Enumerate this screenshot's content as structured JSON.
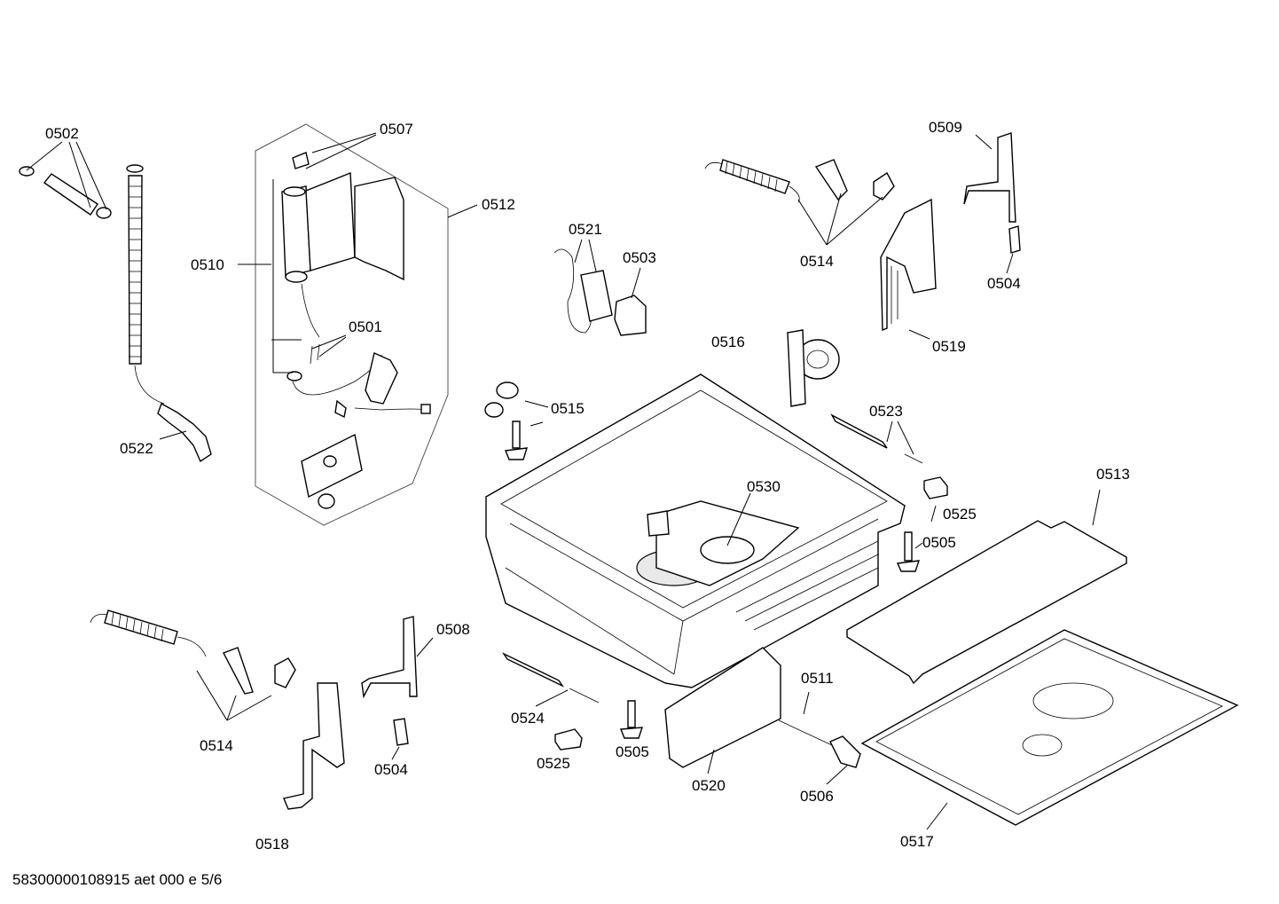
{
  "diagram": {
    "labels": {
      "l0502": "0502",
      "l0507": "0507",
      "l0512": "0512",
      "l0510": "0510",
      "l0501": "0501",
      "l0522": "0522",
      "l0521": "0521",
      "l0503": "0503",
      "l0514a": "0514",
      "l0509": "0509",
      "l0504a": "0504",
      "l0519": "0519",
      "l0516": "0516",
      "l0515": "0515",
      "l0523": "0523",
      "l0530": "0530",
      "l0513": "0513",
      "l0525a": "0525",
      "l0505a": "0505",
      "l0508": "0508",
      "l0514b": "0514",
      "l0504b": "0504",
      "l0518": "0518",
      "l0524": "0524",
      "l0525b": "0525",
      "l0505b": "0505",
      "l0511": "0511",
      "l0520": "0520",
      "l0506": "0506",
      "l0517": "0517"
    },
    "footer": "58300000108915 aet 000 e 5/6"
  }
}
